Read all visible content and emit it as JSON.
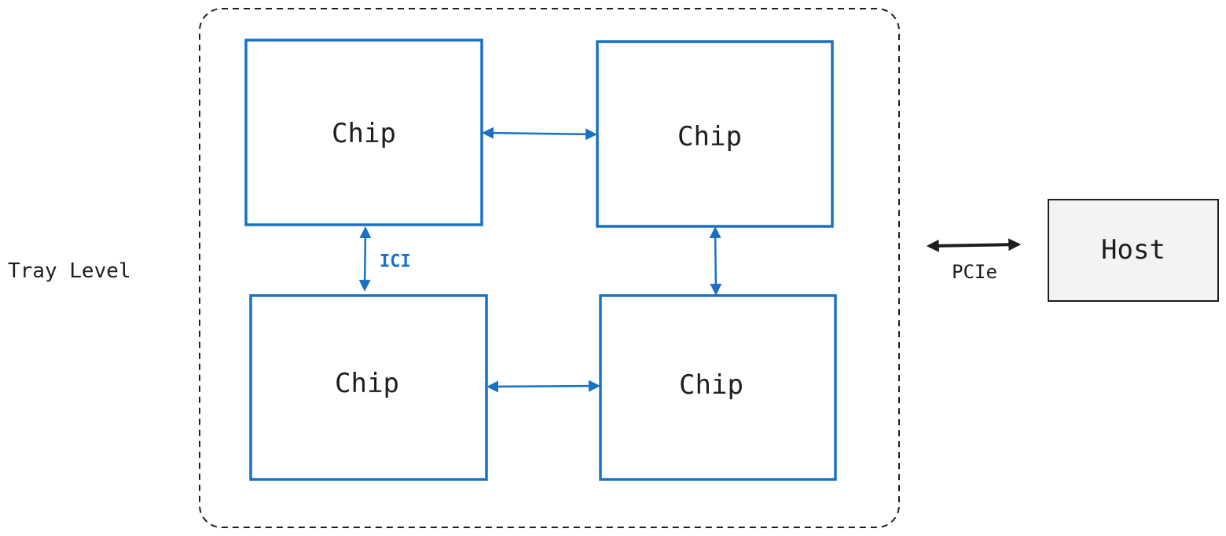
{
  "tray_label": "Tray Level",
  "chips": [
    {
      "label": "Chip"
    },
    {
      "label": "Chip"
    },
    {
      "label": "Chip"
    },
    {
      "label": "Chip"
    }
  ],
  "link_label": "ICI",
  "host": {
    "label": "Host"
  },
  "host_link_label": "PCIe",
  "colors": {
    "chip_stroke": "#1971c2",
    "host_fill": "#f1f3f5",
    "stroke_dark": "#1e1e1e"
  }
}
